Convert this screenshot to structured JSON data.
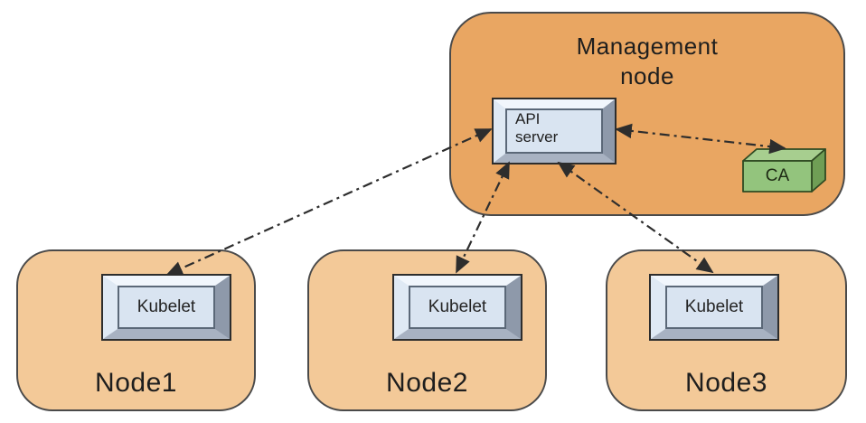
{
  "diagram": {
    "management_node": {
      "label": "Management\nnode",
      "components": {
        "api_server": "API\nserver",
        "ca": "CA"
      }
    },
    "worker_nodes": [
      {
        "label": "Node1",
        "component": "Kubelet"
      },
      {
        "label": "Node2",
        "component": "Kubelet"
      },
      {
        "label": "Node3",
        "component": "Kubelet"
      }
    ],
    "connections": [
      {
        "from": "Kubelet (Node1)",
        "to": "API server",
        "style": "dash-dot",
        "arrows": "both"
      },
      {
        "from": "Kubelet (Node2)",
        "to": "API server",
        "style": "dash-dot",
        "arrows": "both"
      },
      {
        "from": "Kubelet (Node3)",
        "to": "API server",
        "style": "dash-dot",
        "arrows": "both"
      },
      {
        "from": "CA",
        "to": "API server",
        "style": "dash-dot",
        "arrows": "both"
      }
    ],
    "colors": {
      "management_node_fill": "#e9a662",
      "worker_node_fill": "#f3c998",
      "component_face": "#d9e4f1",
      "ca_front": "#93c47d",
      "ca_top": "#a7ce8f",
      "ca_side": "#6f9e55",
      "outline": "#4a4a4a",
      "line": "#2d2d2d",
      "text": "#1e1e1e"
    }
  }
}
